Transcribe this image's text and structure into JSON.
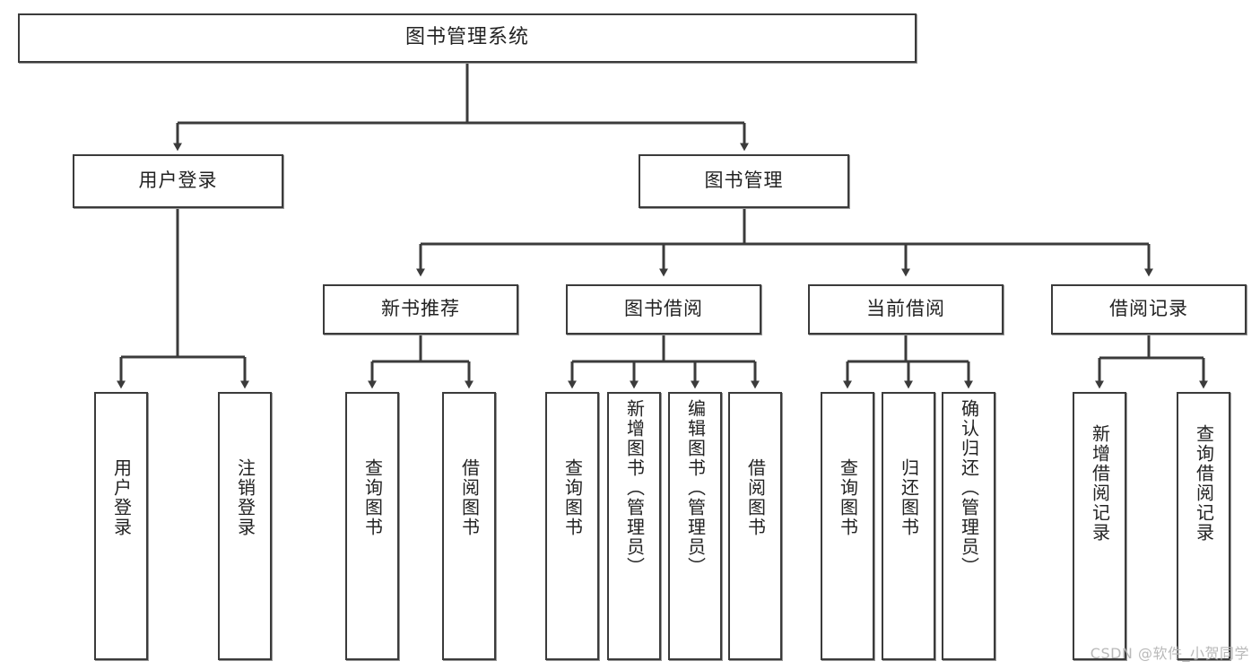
{
  "diagram": {
    "title": "图书管理系统",
    "type": "tree",
    "watermark": "CSDN @软件_小贺同学",
    "colors": {
      "box_border": "#3b3b3b",
      "box_fill": "#ffffff",
      "connector": "#3b3b3b",
      "text": "#222222",
      "watermark": "#b9b9b9"
    },
    "levels": {
      "root": "图书管理系统",
      "level2": [
        "用户登录",
        "图书管理"
      ],
      "level3": [
        "新书推荐",
        "图书借阅",
        "当前借阅",
        "借阅记录"
      ]
    },
    "nodes": {
      "root": {
        "label": "图书管理系统",
        "orientation": "horizontal"
      },
      "user_login": {
        "label": "用户登录",
        "orientation": "horizontal"
      },
      "book_manage": {
        "label": "图书管理",
        "orientation": "horizontal"
      },
      "new_book_rec": {
        "label": "新书推荐",
        "orientation": "horizontal"
      },
      "book_borrow": {
        "label": "图书借阅",
        "orientation": "horizontal"
      },
      "current_borrow": {
        "label": "当前借阅",
        "orientation": "horizontal"
      },
      "borrow_record": {
        "label": "借阅记录",
        "orientation": "horizontal"
      },
      "leaf_user_login": {
        "label": "用户登录",
        "orientation": "vertical"
      },
      "leaf_logout": {
        "label": "注销登录",
        "orientation": "vertical"
      },
      "leaf_query_book_1": {
        "label": "查询图书",
        "orientation": "vertical"
      },
      "leaf_borrow_book_1": {
        "label": "借阅图书",
        "orientation": "vertical"
      },
      "leaf_query_book_2": {
        "label": "查询图书",
        "orientation": "vertical"
      },
      "leaf_add_book": {
        "label": "新增图书（管理员）",
        "orientation": "vertical"
      },
      "leaf_edit_book": {
        "label": "编辑图书（管理员）",
        "orientation": "vertical"
      },
      "leaf_borrow_book_2": {
        "label": "借阅图书",
        "orientation": "vertical"
      },
      "leaf_query_book_3": {
        "label": "查询图书",
        "orientation": "vertical"
      },
      "leaf_return_book": {
        "label": "归还图书",
        "orientation": "vertical"
      },
      "leaf_confirm_return": {
        "label": "确认归还（管理员）",
        "orientation": "vertical"
      },
      "leaf_add_record": {
        "label": "新增借阅记录",
        "orientation": "vertical"
      },
      "leaf_query_record": {
        "label": "查询借阅记录",
        "orientation": "vertical"
      }
    },
    "edges": [
      {
        "from": "root",
        "to": "user_login"
      },
      {
        "from": "root",
        "to": "book_manage"
      },
      {
        "from": "user_login",
        "to": "leaf_user_login"
      },
      {
        "from": "user_login",
        "to": "leaf_logout"
      },
      {
        "from": "book_manage",
        "to": "new_book_rec"
      },
      {
        "from": "book_manage",
        "to": "book_borrow"
      },
      {
        "from": "book_manage",
        "to": "current_borrow"
      },
      {
        "from": "book_manage",
        "to": "borrow_record"
      },
      {
        "from": "new_book_rec",
        "to": "leaf_query_book_1"
      },
      {
        "from": "new_book_rec",
        "to": "leaf_borrow_book_1"
      },
      {
        "from": "book_borrow",
        "to": "leaf_query_book_2"
      },
      {
        "from": "book_borrow",
        "to": "leaf_add_book"
      },
      {
        "from": "book_borrow",
        "to": "leaf_edit_book"
      },
      {
        "from": "book_borrow",
        "to": "leaf_borrow_book_2"
      },
      {
        "from": "current_borrow",
        "to": "leaf_query_book_3"
      },
      {
        "from": "current_borrow",
        "to": "leaf_return_book"
      },
      {
        "from": "current_borrow",
        "to": "leaf_confirm_return"
      },
      {
        "from": "borrow_record",
        "to": "leaf_add_record"
      },
      {
        "from": "borrow_record",
        "to": "leaf_query_record"
      }
    ]
  }
}
